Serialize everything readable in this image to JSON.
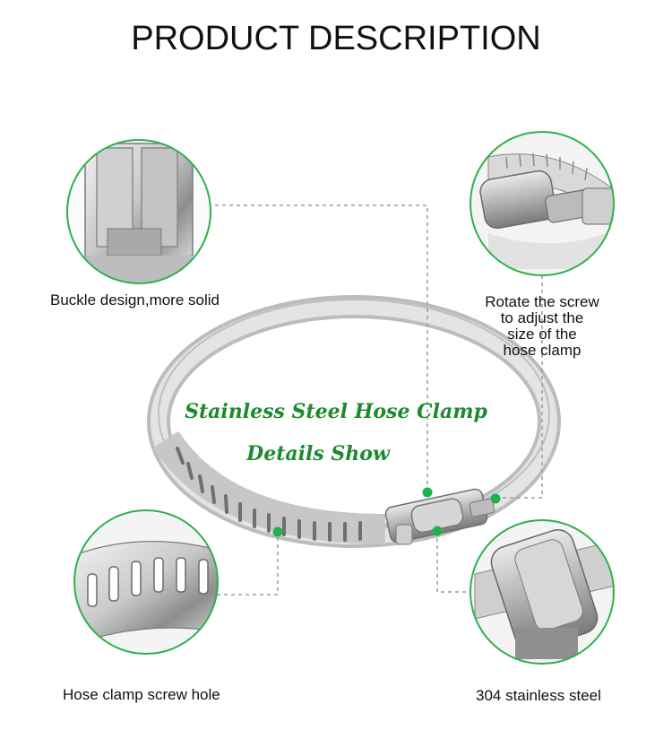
{
  "page": {
    "title": "PRODUCT DESCRIPTION"
  },
  "overlay": {
    "line1": "Stainless Steel Hose Clamp",
    "line2": "Details Show"
  },
  "callouts": {
    "top_left": "Buckle design,more solid",
    "top_right": [
      "Rotate the screw",
      "to adjust the",
      "size of the",
      "hose clamp"
    ],
    "bottom_left": "Hose clamp screw hole",
    "bottom_right": "304 stainless steel"
  },
  "colors": {
    "accent_green": "#1e8a2e",
    "ring_green": "#2eb14a",
    "dot_green": "#22b24c"
  }
}
